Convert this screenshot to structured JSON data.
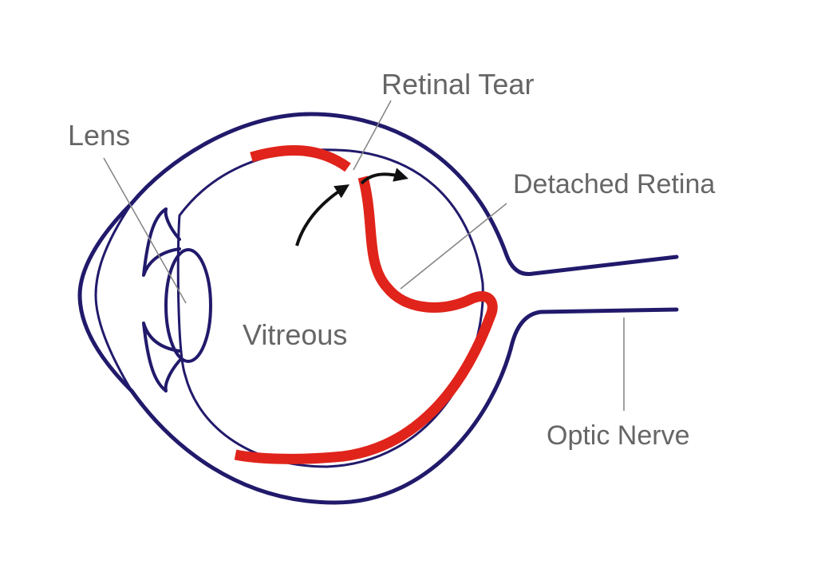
{
  "labels": {
    "lens": "Lens",
    "retinal_tear": "Retinal Tear",
    "detached_retina": "Detached Retina",
    "vitreous": "Vitreous",
    "optic_nerve": "Optic Nerve"
  },
  "colors": {
    "eye_outline": "#211a6b",
    "retina": "#e0241b",
    "label_text": "#666666",
    "leader_line": "#888888",
    "arrow": "#111111"
  }
}
